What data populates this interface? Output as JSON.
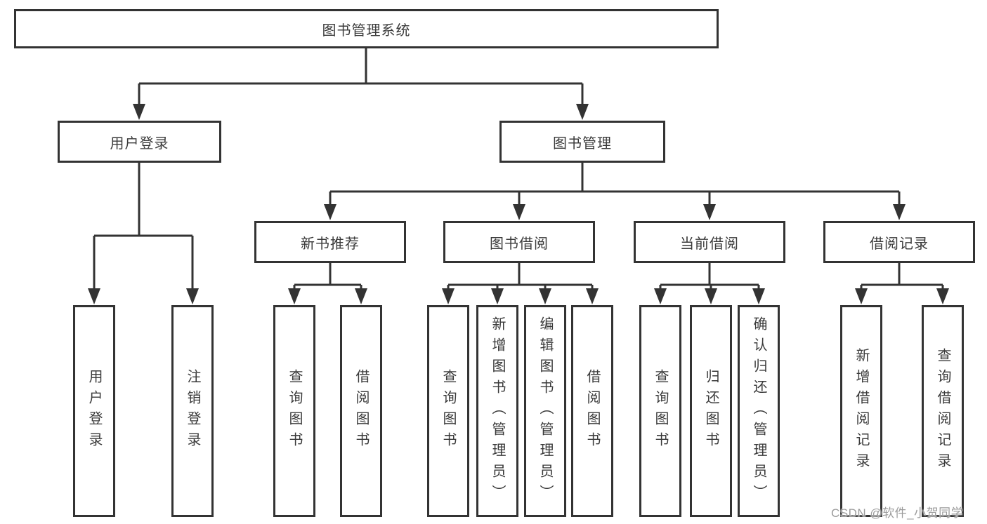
{
  "colors": {
    "line": "#333333",
    "text": "#3a3a3a",
    "watermark_text": "#9b9b9b",
    "background": "#ffffff"
  },
  "watermark": "CSDN @软件_小贺同学",
  "tree": {
    "label": "图书管理系统",
    "children": [
      {
        "label": "用户登录",
        "children": [
          {
            "label": "用户登录"
          },
          {
            "label": "注销登录"
          }
        ]
      },
      {
        "label": "图书管理",
        "children": [
          {
            "label": "新书推荐",
            "children": [
              {
                "label": "查询图书"
              },
              {
                "label": "借阅图书"
              }
            ]
          },
          {
            "label": "图书借阅",
            "children": [
              {
                "label": "查询图书"
              },
              {
                "label": "新增图书（管理员）"
              },
              {
                "label": "编辑图书（管理员）"
              },
              {
                "label": "借阅图书"
              }
            ]
          },
          {
            "label": "当前借阅",
            "children": [
              {
                "label": "查询图书"
              },
              {
                "label": "归还图书"
              },
              {
                "label": "确认归还（管理员）"
              }
            ]
          },
          {
            "label": "借阅记录",
            "children": [
              {
                "label": "新增借阅记录"
              },
              {
                "label": "查询借阅记录"
              }
            ]
          }
        ]
      }
    ]
  }
}
